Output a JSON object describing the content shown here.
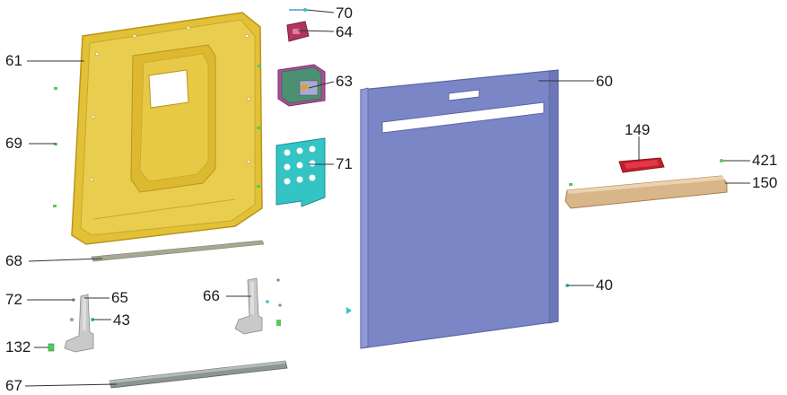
{
  "colors": {
    "inner_panel": "#E2C137",
    "inner_panel_edge": "#B8951C",
    "outer_door": "#7B86C6",
    "outer_door_edge": "#5C66A6",
    "control_panel": "#D9B58A",
    "handle_red": "#C81E2A",
    "bracket_teal": "#35C4C4",
    "module_green": "#4C8F72",
    "module_purple": "#B04C9B",
    "hinge_grey": "#C9C9C9",
    "rail_grey": "#8C9494",
    "accent_green": "#57C95A",
    "leader_line": "#333333"
  },
  "parts": [
    {
      "id": "70",
      "name": "part-70-label"
    },
    {
      "id": "64",
      "name": "part-64-label"
    },
    {
      "id": "61",
      "name": "part-61-label"
    },
    {
      "id": "63",
      "name": "part-63-label"
    },
    {
      "id": "60",
      "name": "part-60-label"
    },
    {
      "id": "69",
      "name": "part-69-label"
    },
    {
      "id": "149",
      "name": "part-149-label"
    },
    {
      "id": "71",
      "name": "part-71-label"
    },
    {
      "id": "421",
      "name": "part-421-label"
    },
    {
      "id": "150",
      "name": "part-150-label"
    },
    {
      "id": "68",
      "name": "part-68-label"
    },
    {
      "id": "40",
      "name": "part-40-label"
    },
    {
      "id": "72",
      "name": "part-72-label"
    },
    {
      "id": "65",
      "name": "part-65-label"
    },
    {
      "id": "66",
      "name": "part-66-label"
    },
    {
      "id": "43",
      "name": "part-43-label"
    },
    {
      "id": "132",
      "name": "part-132-label"
    },
    {
      "id": "67",
      "name": "part-67-label"
    }
  ]
}
